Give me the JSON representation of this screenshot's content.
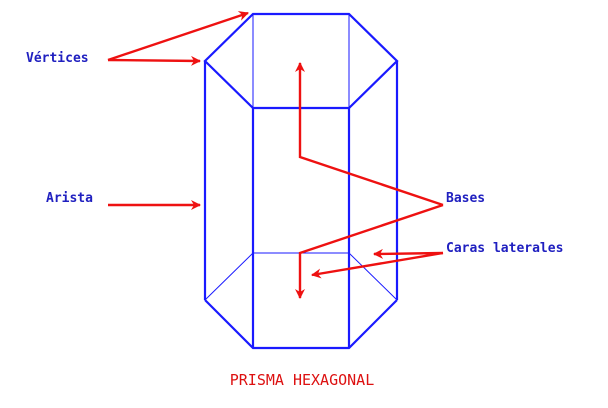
{
  "labels": {
    "vertices": "Vértices",
    "arista": "Arista",
    "bases": "Bases",
    "caras_laterales": "Caras laterales"
  },
  "title": "PRISMA HEXAGONAL",
  "colors": {
    "prism": "#1a1aff",
    "label_text": "#2020c0",
    "arrow": "#ee1111",
    "title": "#dd1111"
  }
}
